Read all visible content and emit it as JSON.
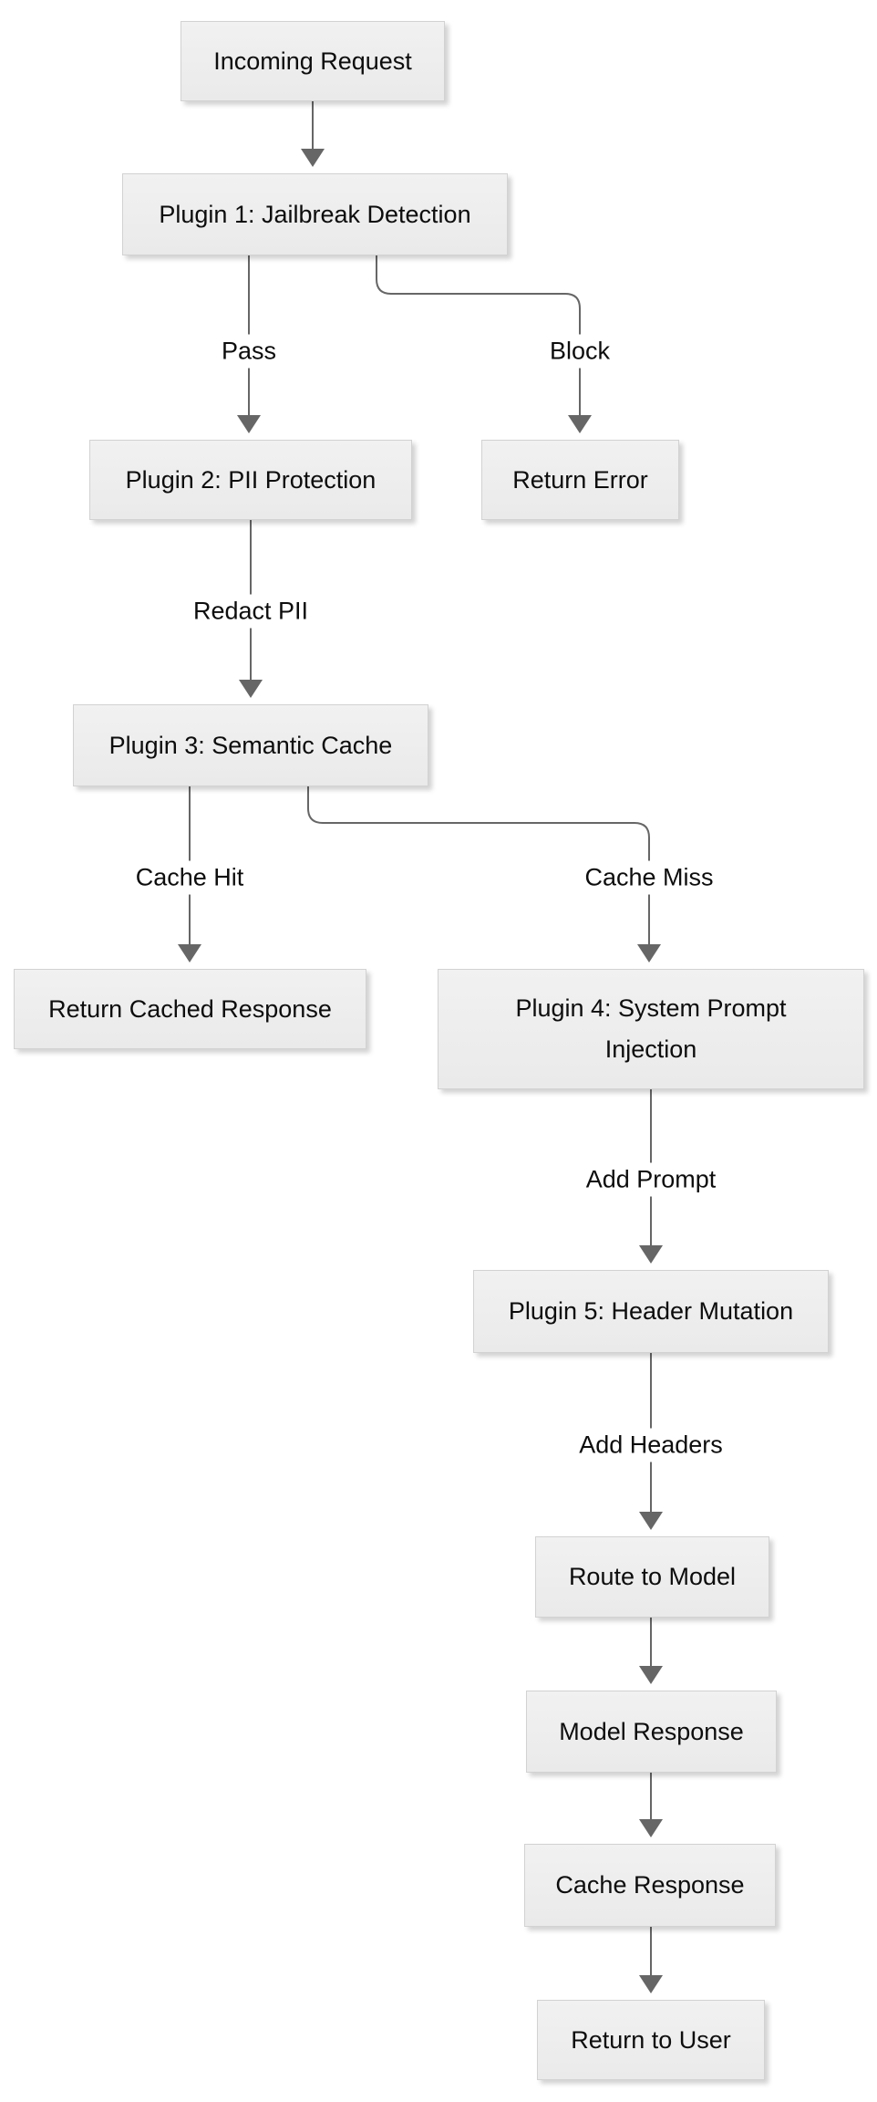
{
  "diagram": {
    "title": "LLM gateway plugin pipeline flowchart",
    "nodes": {
      "incoming_request": {
        "label": "Incoming Request"
      },
      "plugin1": {
        "label": "Plugin 1: Jailbreak Detection"
      },
      "plugin2": {
        "label": "Plugin 2: PII Protection"
      },
      "return_error": {
        "label": "Return Error"
      },
      "plugin3": {
        "label": "Plugin 3: Semantic Cache"
      },
      "return_cached": {
        "label": "Return Cached Response"
      },
      "plugin4": {
        "label": "Plugin 4: System Prompt Injection"
      },
      "plugin5": {
        "label": "Plugin 5: Header Mutation"
      },
      "route_to_model": {
        "label": "Route to Model"
      },
      "model_response": {
        "label": "Model Response"
      },
      "cache_response": {
        "label": "Cache Response"
      },
      "return_to_user": {
        "label": "Return to User"
      }
    },
    "edge_labels": {
      "pass": "Pass",
      "block": "Block",
      "redact_pii": "Redact PII",
      "cache_hit": "Cache Hit",
      "cache_miss": "Cache Miss",
      "add_prompt": "Add Prompt",
      "add_headers": "Add Headers"
    },
    "colors": {
      "node_fill": "#ededed",
      "node_border": "#d2d2d2",
      "line": "#666666",
      "text": "#0d0d0d",
      "background": "#ffffff"
    }
  }
}
